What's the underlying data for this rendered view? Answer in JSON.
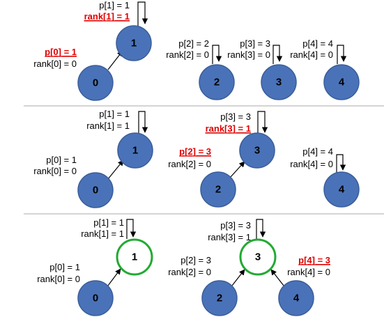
{
  "colors": {
    "node_fill": "#4a72b8",
    "node_stroke": "#3a5e9a",
    "root_ring": "#22aa33",
    "highlight": "#e00000",
    "divider": "#bbbbbb"
  },
  "panels": [
    {
      "labels": {
        "p1": "p[1] = 1",
        "rank1": "rank[1] = 1",
        "p0": "p[0] = 1",
        "rank0": "rank[0] = 0",
        "p2": "p[2] = 2",
        "rank2": "rank[2] = 0",
        "p3": "p[3] = 3",
        "rank3": "rank[3] = 0",
        "p4": "p[4] = 4",
        "rank4": "rank[4] = 0"
      },
      "nodes": {
        "n0": "0",
        "n1": "1",
        "n2": "2",
        "n3": "3",
        "n4": "4"
      }
    },
    {
      "labels": {
        "p1": "p[1] = 1",
        "rank1": "rank[1] = 1",
        "p0": "p[0] = 1",
        "rank0": "rank[0] = 0",
        "p3": "p[3] = 3",
        "rank3": "rank[3] = 1",
        "p2": "p[2] = 3",
        "rank2": "rank[2] = 0",
        "p4": "p[4] = 4",
        "rank4": "rank[4] = 0"
      },
      "nodes": {
        "n0": "0",
        "n1": "1",
        "n2": "2",
        "n3": "3",
        "n4": "4"
      }
    },
    {
      "labels": {
        "p1": "p[1] = 1",
        "rank1": "rank[1] = 1",
        "p0": "p[0] = 1",
        "rank0": "rank[0] = 0",
        "p3": "p[3] = 3",
        "rank3": "rank[3] = 1",
        "p2": "p[2] = 3",
        "rank2": "rank[2] = 0",
        "p4": "p[4] = 3",
        "rank4": "rank[4] = 0"
      },
      "nodes": {
        "n0": "0",
        "n1": "1",
        "n2": "2",
        "n3": "3",
        "n4": "4"
      }
    }
  ]
}
